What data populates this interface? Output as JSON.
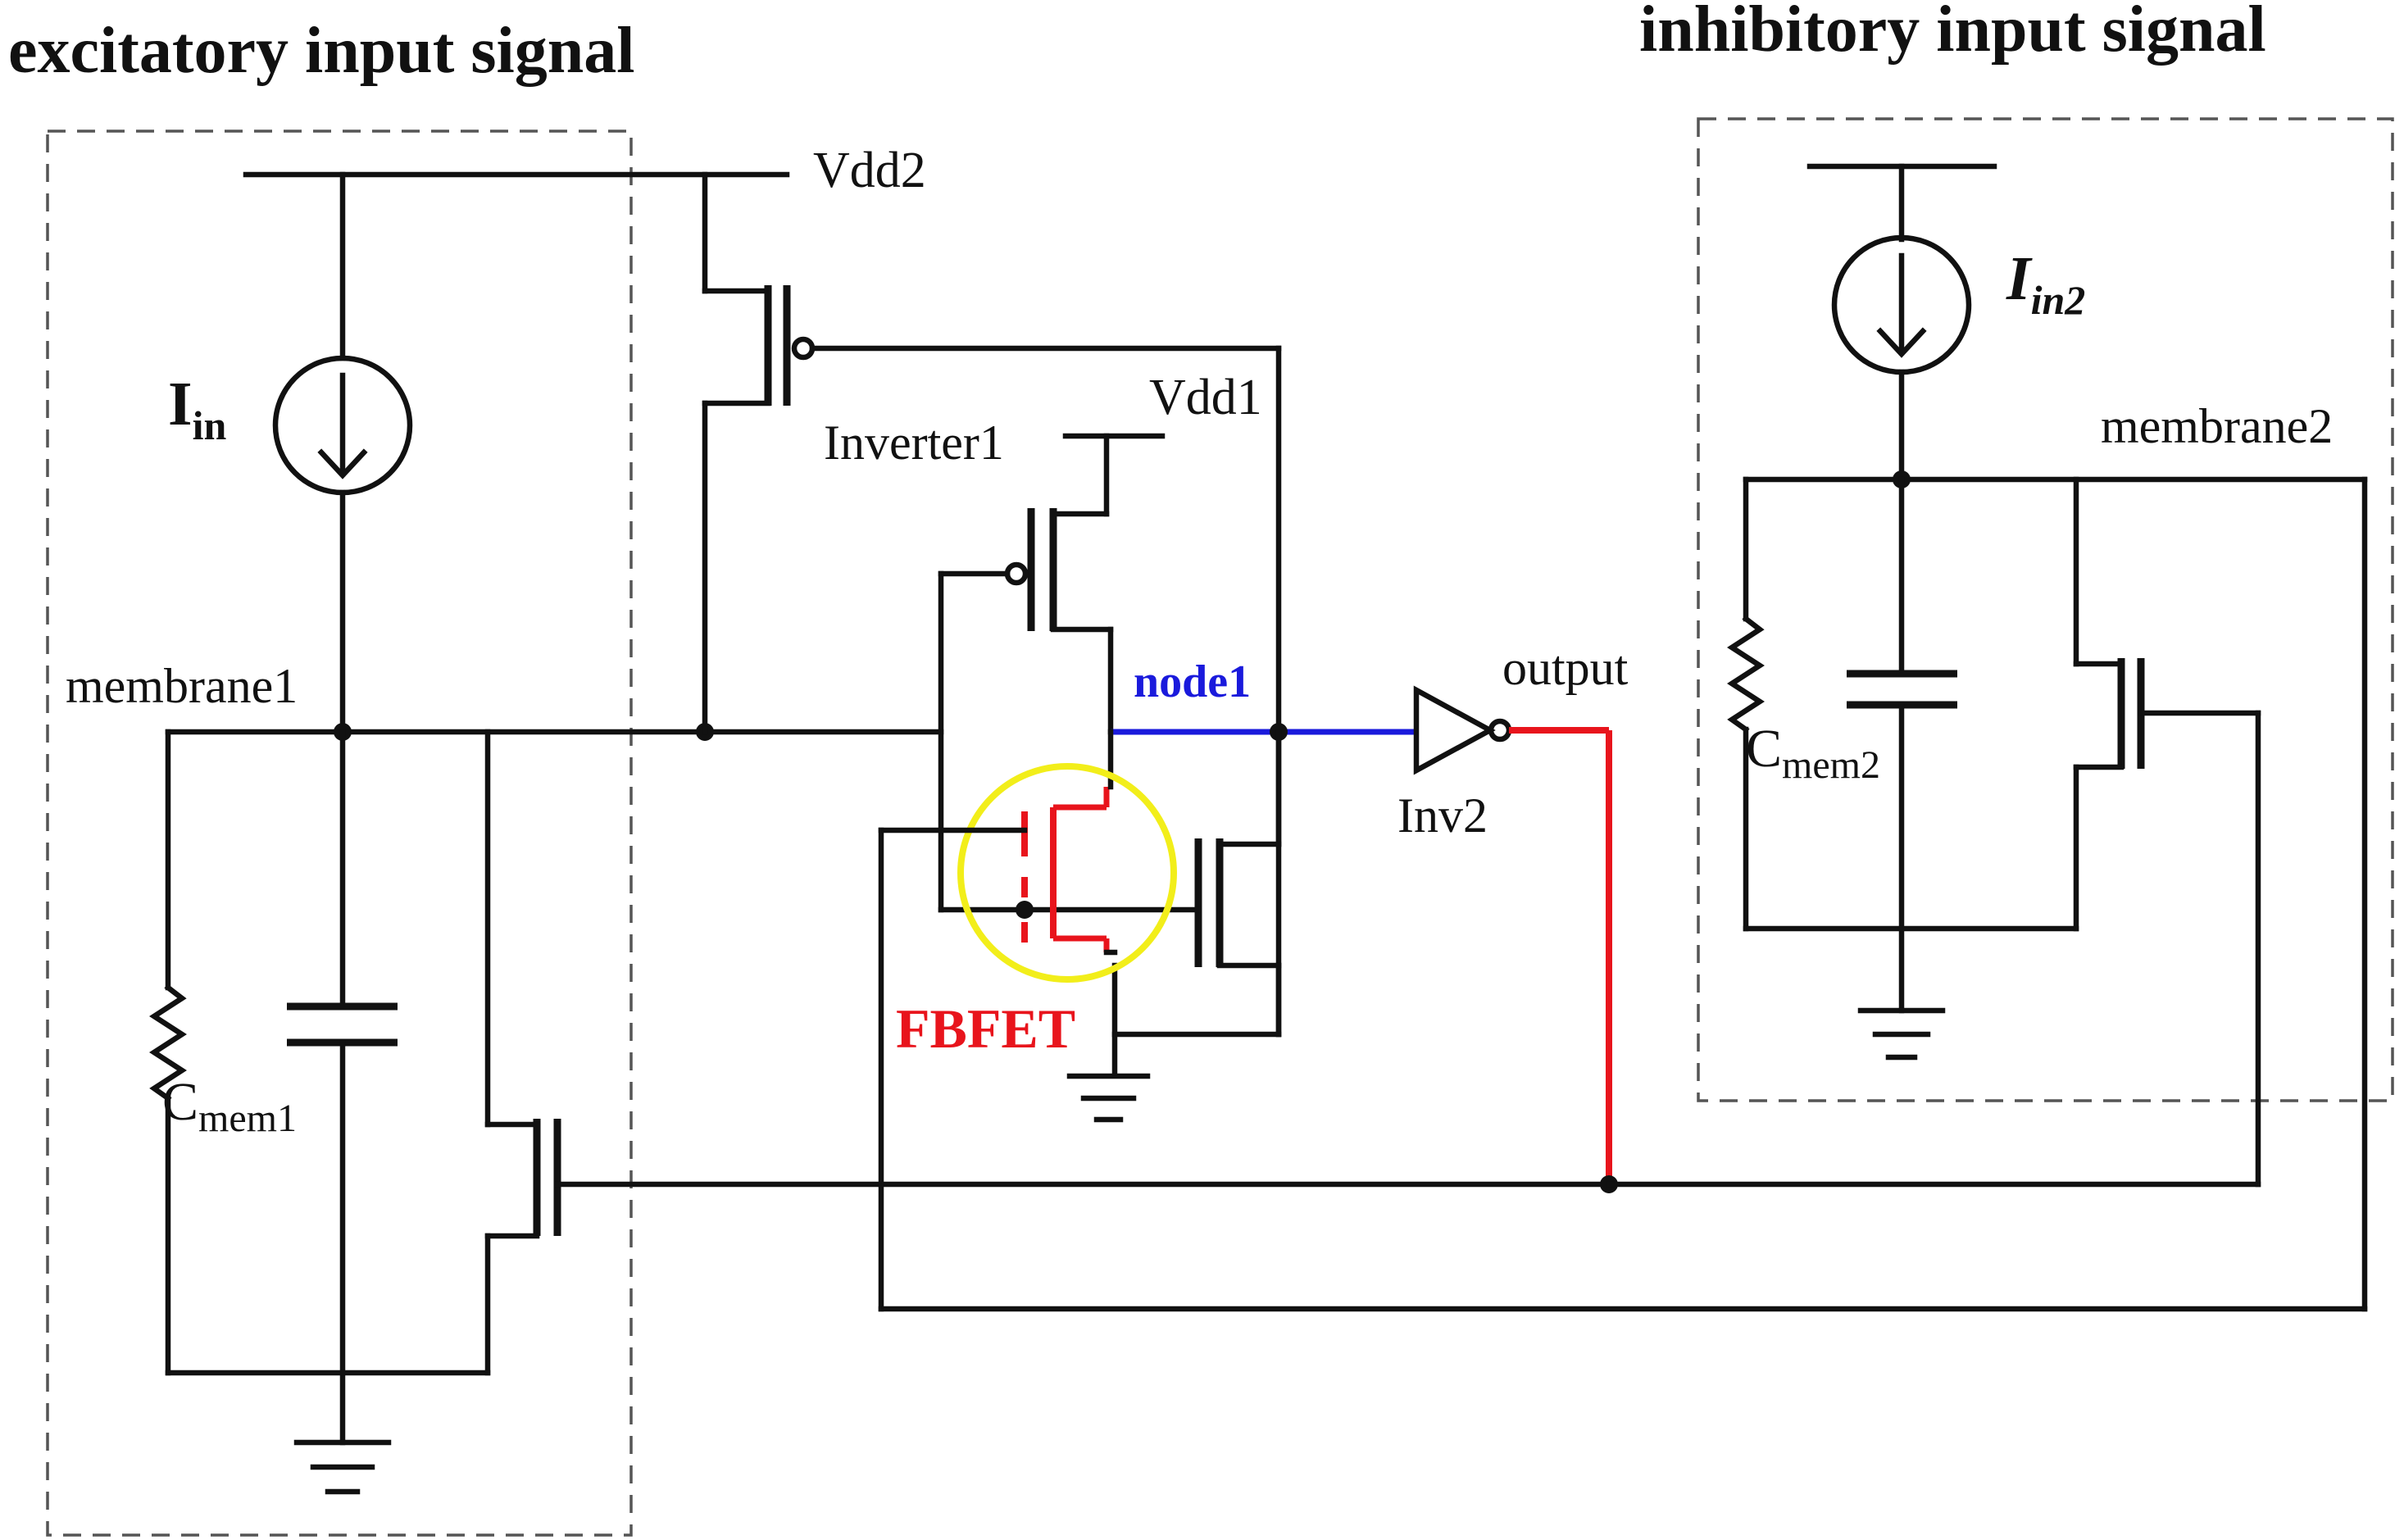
{
  "titles": {
    "excitatory": "excitatory input signal",
    "inhibitory": "inhibitory input signal"
  },
  "labels": {
    "vdd2": "Vdd2",
    "vdd1": "Vdd1",
    "inverter1": "Inverter1",
    "membrane1": "membrane1",
    "membrane2": "membrane2",
    "node1": "node1",
    "output": "output",
    "inv2": "Inv2",
    "fbfet": "FBFET",
    "iin_main": "I",
    "iin_sub": "in",
    "iin2_main": "I",
    "iin2_sub": "in2",
    "cmem1_main": "C",
    "cmem1_sub": "mem1",
    "cmem2_main": "C",
    "cmem2_sub": "mem2"
  },
  "colors": {
    "wire": "#111111",
    "node1_wire": "#1a1adc",
    "output_wire": "#e8141c",
    "fbfet": "#e8141c",
    "highlight": "#f2ee1a",
    "box_border": "#555555"
  }
}
